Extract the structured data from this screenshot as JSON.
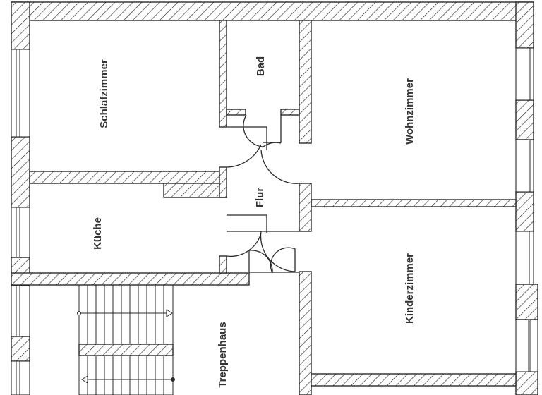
{
  "diagram": {
    "type": "floor_plan",
    "orientation": "rotated 90 degrees (labels read bottom-to-top)",
    "colors": {
      "line": "#2a2a2a",
      "text": "#333333",
      "background": "#ffffff"
    },
    "rooms": [
      {
        "id": "schlafzimmer",
        "label": "Schlafzimmer"
      },
      {
        "id": "bad",
        "label": "Bad"
      },
      {
        "id": "wohnzimmer",
        "label": "Wohnzimmer"
      },
      {
        "id": "flur",
        "label": "Flur"
      },
      {
        "id": "kueche",
        "label": "Küche"
      },
      {
        "id": "kinderzimmer",
        "label": "Kinderzimmer"
      },
      {
        "id": "treppenhaus",
        "label": "Treppenhaus"
      }
    ],
    "doors": [
      {
        "between": [
          "Flur",
          "Schlafzimmer"
        ]
      },
      {
        "between": [
          "Flur",
          "Bad"
        ]
      },
      {
        "between": [
          "Flur",
          "Wohnzimmer"
        ]
      },
      {
        "between": [
          "Flur",
          "Küche"
        ]
      },
      {
        "between": [
          "Flur",
          "Kinderzimmer"
        ]
      },
      {
        "between": [
          "Flur",
          "Treppenhaus"
        ]
      }
    ],
    "stairs": {
      "flights": 2,
      "arrows": [
        "up",
        "down"
      ]
    }
  }
}
